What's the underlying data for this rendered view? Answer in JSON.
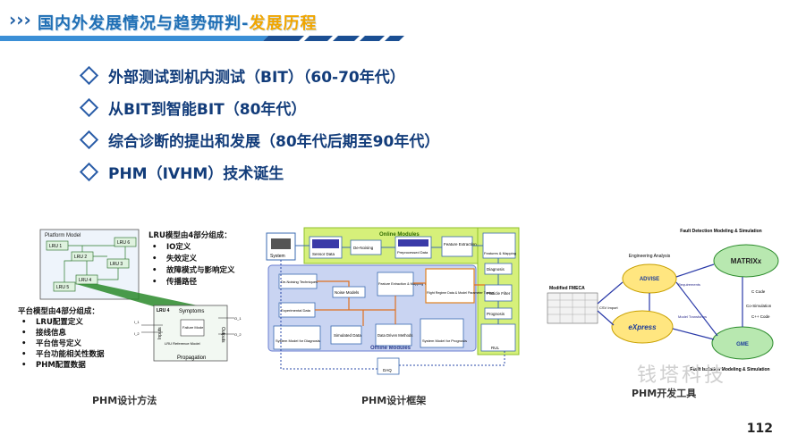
{
  "header": {
    "title_main": "国内外发展情况与趋势研判-",
    "title_accent": "发展历程"
  },
  "bullets": [
    "外部测试到机内测试（BIT）（60-70年代）",
    "从BIT到智能BIT（80年代）",
    "综合诊断的提出和发展（80年代后期至90年代）",
    "PHM（IVHM）技术诞生"
  ],
  "figure1": {
    "caption": "PHM设计方法",
    "platform_label": "Platform Model",
    "lru_labels": [
      "LRU 1",
      "LRU 2",
      "LRU 3",
      "LRU 4",
      "LRU 5",
      "LRU 6"
    ],
    "lru4_label": "LRU 4",
    "symptoms": "Symptoms",
    "propagation": "Propagation",
    "inputs": "Inputs",
    "outputs": "Outputs",
    "failure_mode": "Failure Mode",
    "lru_reference_model": "LRU Reference Model",
    "io_labels": [
      "I_1",
      "I_2",
      "O_1",
      "O_2"
    ],
    "lru_title": "LRU模型由4部分组成：",
    "lru_items": [
      "IO定义",
      "失效定义",
      "故障模式与影响定义",
      "传播路径"
    ],
    "plat_title": "平台模型由4部分组成：",
    "plat_items": [
      "LRU配置定义",
      "接线信息",
      "平台信号定义",
      "平台功能相关性数据",
      "PHM配置数据"
    ]
  },
  "figure2": {
    "caption": "PHM设计框架",
    "online": "Online Modules",
    "offline": "Offline Modules",
    "system": "System",
    "sensor": "Sensor Data",
    "denoising": "De-Noising",
    "preprocessed": "Preprocessed Data",
    "feature_extraction": "Feature Extraction",
    "features_mapping": "Features & Mapping",
    "diagnosis": "Diagnosis",
    "particle_filter": "Particle Filter",
    "prognosis": "Prognosis",
    "denoising_tech": "De-Noising Techniques",
    "experimental": "Experimental Data",
    "noise_models": "Noise Models",
    "feat_map_tech": "Feature Extraction & Mapping Techniques",
    "flight_regime": "Flight Regime Data & Model Parameter Tuning",
    "sys_diag": "System Model for Diagnosis",
    "simulated": "Simulated Data",
    "data_driven": "Data Driven Methods",
    "sys_prog": "System Model for Prognosis",
    "daq": "DAQ",
    "rul": "RUL"
  },
  "figure3": {
    "caption": "PHM开发工具",
    "fault_detection": "Fault Detection Modeling & Simulation",
    "matrixx": "MATRIXx",
    "eng_analysis": "Engineering Analysis",
    "advise": "ADVISE",
    "express": "eXpress",
    "modified_fmeca": "Modified FMECA",
    "csv_import": "CSV Import",
    "requirements": "Requirements",
    "model_transforms": "Model Transforms",
    "c_code": "C Code",
    "co_sim": "Co-Simulation",
    "cpp_code": "C++ Code",
    "gme": "GME",
    "fault_isolation": "Fault Isolation Modeling & Simulation"
  },
  "watermark": "钱塔科技",
  "page_number": "112"
}
